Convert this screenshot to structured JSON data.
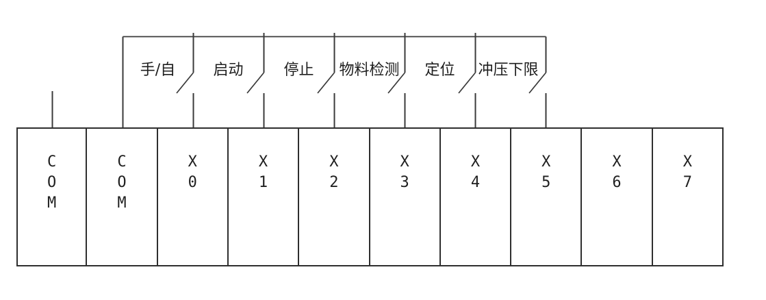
{
  "diagram": {
    "line_color": "#3a3a3a",
    "background_color": "#ffffff",
    "switches": [
      {
        "label": "手/自"
      },
      {
        "label": "启动"
      },
      {
        "label": "停止"
      },
      {
        "label": "物料检测"
      },
      {
        "label": "定位"
      },
      {
        "label": "冲压下限"
      }
    ],
    "terminals": [
      {
        "label": "COM"
      },
      {
        "label": "COM"
      },
      {
        "label": "X0"
      },
      {
        "label": "X1"
      },
      {
        "label": "X2"
      },
      {
        "label": "X3"
      },
      {
        "label": "X4"
      },
      {
        "label": "X5"
      },
      {
        "label": "X6"
      },
      {
        "label": "X7"
      }
    ]
  }
}
